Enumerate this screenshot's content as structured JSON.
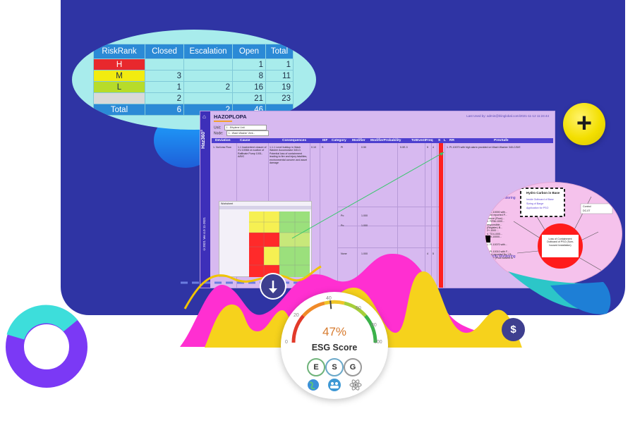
{
  "risk_table": {
    "headers": [
      "RiskRank",
      "Closed",
      "Escalation",
      "Open",
      "Total"
    ],
    "rows": [
      {
        "rank": "H",
        "color": "#e8282d",
        "closed": "",
        "escalation": "",
        "open": "1",
        "total": "1"
      },
      {
        "rank": "M",
        "color": "#f2ec10",
        "closed": "3",
        "escalation": "",
        "open": "8",
        "total": "11"
      },
      {
        "rank": "L",
        "color": "#b7dc2a",
        "closed": "1",
        "escalation": "2",
        "open": "16",
        "total": "19"
      },
      {
        "rank": "",
        "color": "#d9d9d9",
        "closed": "2",
        "escalation": "",
        "open": "21",
        "total": "23"
      }
    ],
    "total_row": {
      "rank": "Total",
      "closed": "6",
      "escalation": "2",
      "open": "46",
      "total": ""
    }
  },
  "app": {
    "brand": "Haz360°",
    "home_icon": "home-icon",
    "title": "HAZOPLOPA",
    "last_updated": "Last Used by: admin@lriinglobal.com/2021-11-12 11:24:44",
    "unit_label": "Unit:",
    "unit_value": "1 - Ethylene Unit",
    "node_label": "Node:",
    "node_value": "1 - Wash Washer Vent...",
    "version": "©2021 Ver 4.0 11-2021",
    "grid_headers": [
      "Deviation",
      "Cause",
      "Consequences",
      "IEF",
      "Category",
      "Modifier",
      "ModifierProbability",
      "TotEventFreq",
      "S",
      "L",
      "RR",
      "PrevSafe"
    ],
    "row1": {
      "deviation": "1. No/Less Flow",
      "cause": "1.1 Inadvertent closure of XV-10068 on suction of Raffinate Pump 1001-A/B/C",
      "consequences": "1.1.1 Level buildup in Wash Washer Accumulator 340-D. Potential loss of containment leading to fire and injury fatalities, environmental concern and asset damage",
      "ief": "0.10",
      "category": "S",
      "modifier": "Pi",
      "mod_prob": "0.50",
      "tot_freq": "5.0E-3",
      "s": "5",
      "l": "4",
      "prevsafe": "1. PI-10070 with high alarm provided on Wash Washer 340-C/D/E"
    },
    "side_values": [
      {
        "modifier": "Po",
        "prob": "1.000"
      },
      {
        "modifier": "Po",
        "prob": "1.000"
      },
      {
        "modifier": "None",
        "prob": "1.000"
      }
    ],
    "row2_s": "4",
    "row2_l": "5",
    "mini_title": "Worksheet"
  },
  "zoom_circle": {
    "monitoring_label_1": "Integrity Monitoring",
    "monitoring_label_2": "Integrity Monitoring",
    "snippets": [
      "2. PI-10000 with...",
      "Feed reported P...",
      "reduce (Flow)...",
      "3. FIRM-1000...",
      "responsible...",
      "(Register) B...",
      "2+-1000 ...",
      "4. TDI-1000...",
      "PSV-10000...",
      "1. PI-10070 with...",
      "2. PI-10010 with F...",
      "Feed reported No 1 B...",
      "reduce (Flow solvent to fir..."
    ],
    "box_title": "Hydro Carbon in Base",
    "box_lines": [
      "Inside Outboard of Base",
      "Sizing of Barge",
      "Application for PSO"
    ],
    "red_text": "Loss of Containment Outboard of PSO (Sum-housed Installation)",
    "control_label": "Control",
    "control_value": "DC-07"
  },
  "esg": {
    "percent": "47%",
    "title": "ESG Score",
    "letters": [
      "E",
      "S",
      "G"
    ],
    "ticks": [
      "0",
      "20",
      "40",
      "60",
      "80",
      "100"
    ],
    "score_fraction": 0.47,
    "icons": [
      "globe-icon",
      "people-icon",
      "atom-icon"
    ]
  },
  "buttons": {
    "plus_label": "+",
    "dollar_label": "$",
    "down_icon": "arrow-down-icon"
  },
  "colors": {
    "panel": "#2f34a4",
    "magenta": "#ff2fd1",
    "yellow": "#f6d21c",
    "purple_ring": "#7b39f5",
    "teal": "#3ddedb"
  }
}
